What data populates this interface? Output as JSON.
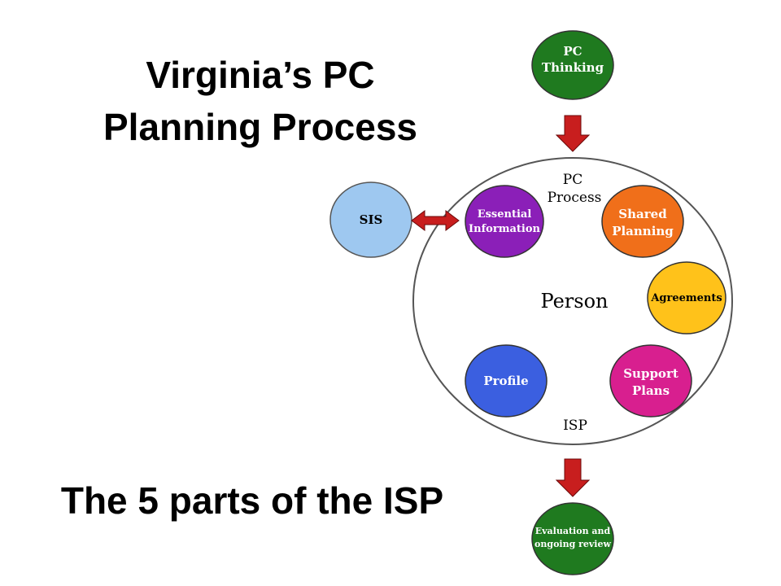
{
  "title": {
    "line1": "Virginia’s PC",
    "line2": "Planning Process"
  },
  "subtitle": "The 5 parts of the ISP",
  "diagram": {
    "top_node": {
      "line1": "PC",
      "line2": "Thinking",
      "color": "#1f7a1f"
    },
    "process_label": {
      "line1": "PC",
      "line2": "Process"
    },
    "center_label": "Person",
    "bottom_label": "ISP",
    "sis_node": {
      "label": "SIS",
      "color": "#9ec8f0"
    },
    "bottom_node": {
      "line1": "Evaluation and",
      "line2": "ongoing review",
      "color": "#1f7a1f"
    },
    "parts": [
      {
        "line1": "Essential",
        "line2": "Information",
        "color": "#8b1fb8"
      },
      {
        "line1": "Shared",
        "line2": "Planning",
        "color": "#f06f1a"
      },
      {
        "line1": "Agreements",
        "line2": "",
        "color": "#ffc21a"
      },
      {
        "line1": "Support",
        "line2": "Plans",
        "color": "#d81f8f"
      },
      {
        "line1": "Profile",
        "line2": "",
        "color": "#3b5fe0"
      }
    ],
    "arrow_color": "#c81e1e"
  }
}
